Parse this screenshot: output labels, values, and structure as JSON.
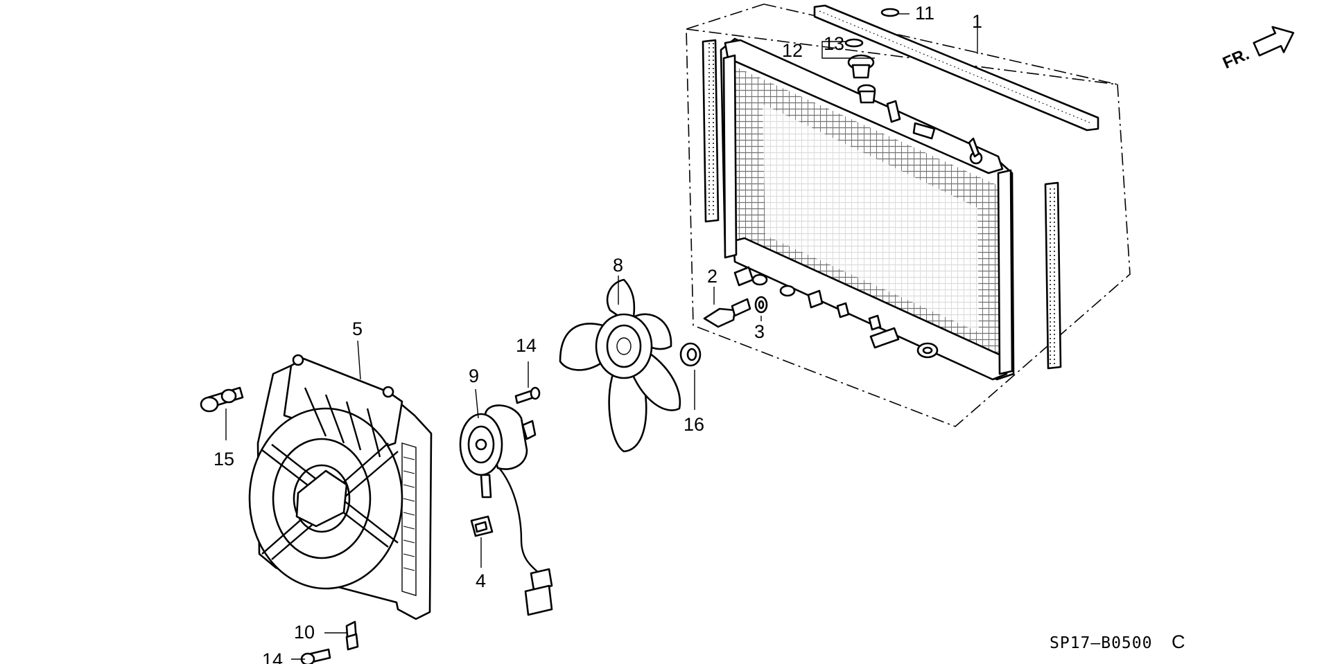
{
  "direction_label": "FR.",
  "diagram_code": "SP17–B0500",
  "diagram_code_suffix": "C",
  "callouts": {
    "c1": "1",
    "c2": "2",
    "c3": "3",
    "c4": "4",
    "c5": "5",
    "c8": "8",
    "c9": "9",
    "c10": "10",
    "c11": "11",
    "c12": "12",
    "c13": "13",
    "c14a": "14",
    "c14b": "14",
    "c15": "15",
    "c16": "16"
  }
}
